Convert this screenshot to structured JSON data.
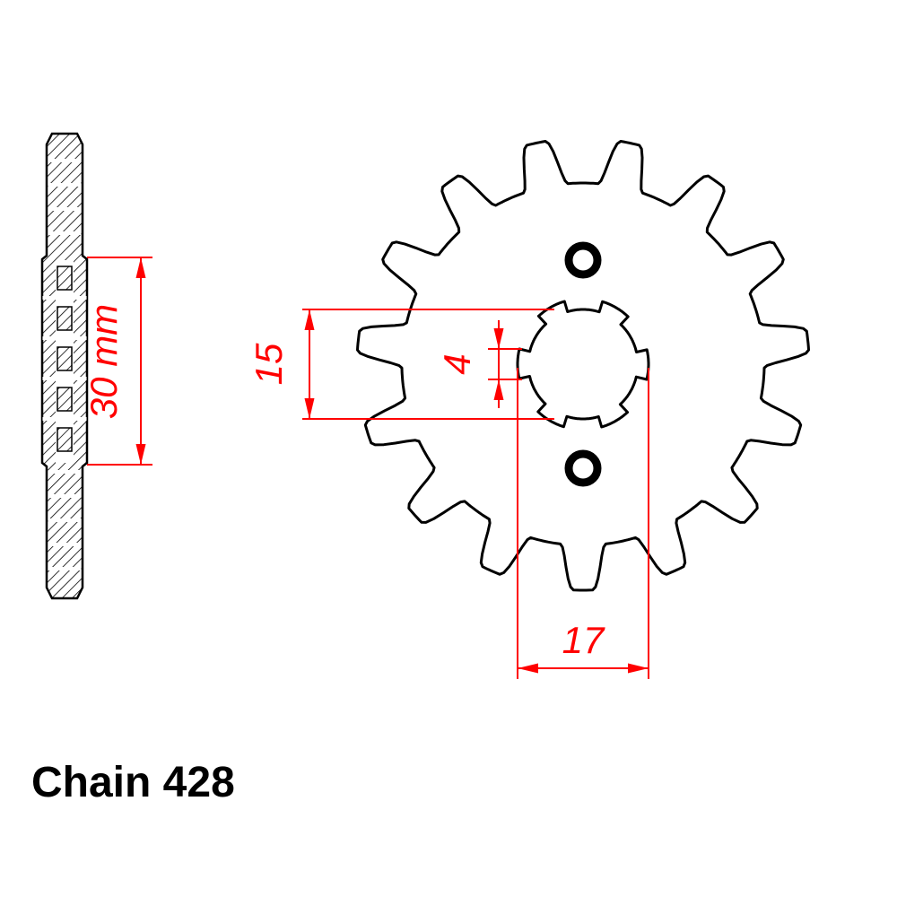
{
  "title": {
    "label": "Chain 428"
  },
  "dimensions": {
    "hub_width": "30 mm",
    "bore_minor": "15",
    "spline_width": "4",
    "bore_major": "17"
  },
  "diagram": {
    "type": "technical-drawing",
    "part": "front-sprocket",
    "views": [
      "side-section",
      "front"
    ],
    "teeth": 15,
    "bolt_holes": 2,
    "spline_notches": 6,
    "colors": {
      "outline": "#000000",
      "dimension": "#ff0000",
      "background": "#ffffff"
    }
  }
}
